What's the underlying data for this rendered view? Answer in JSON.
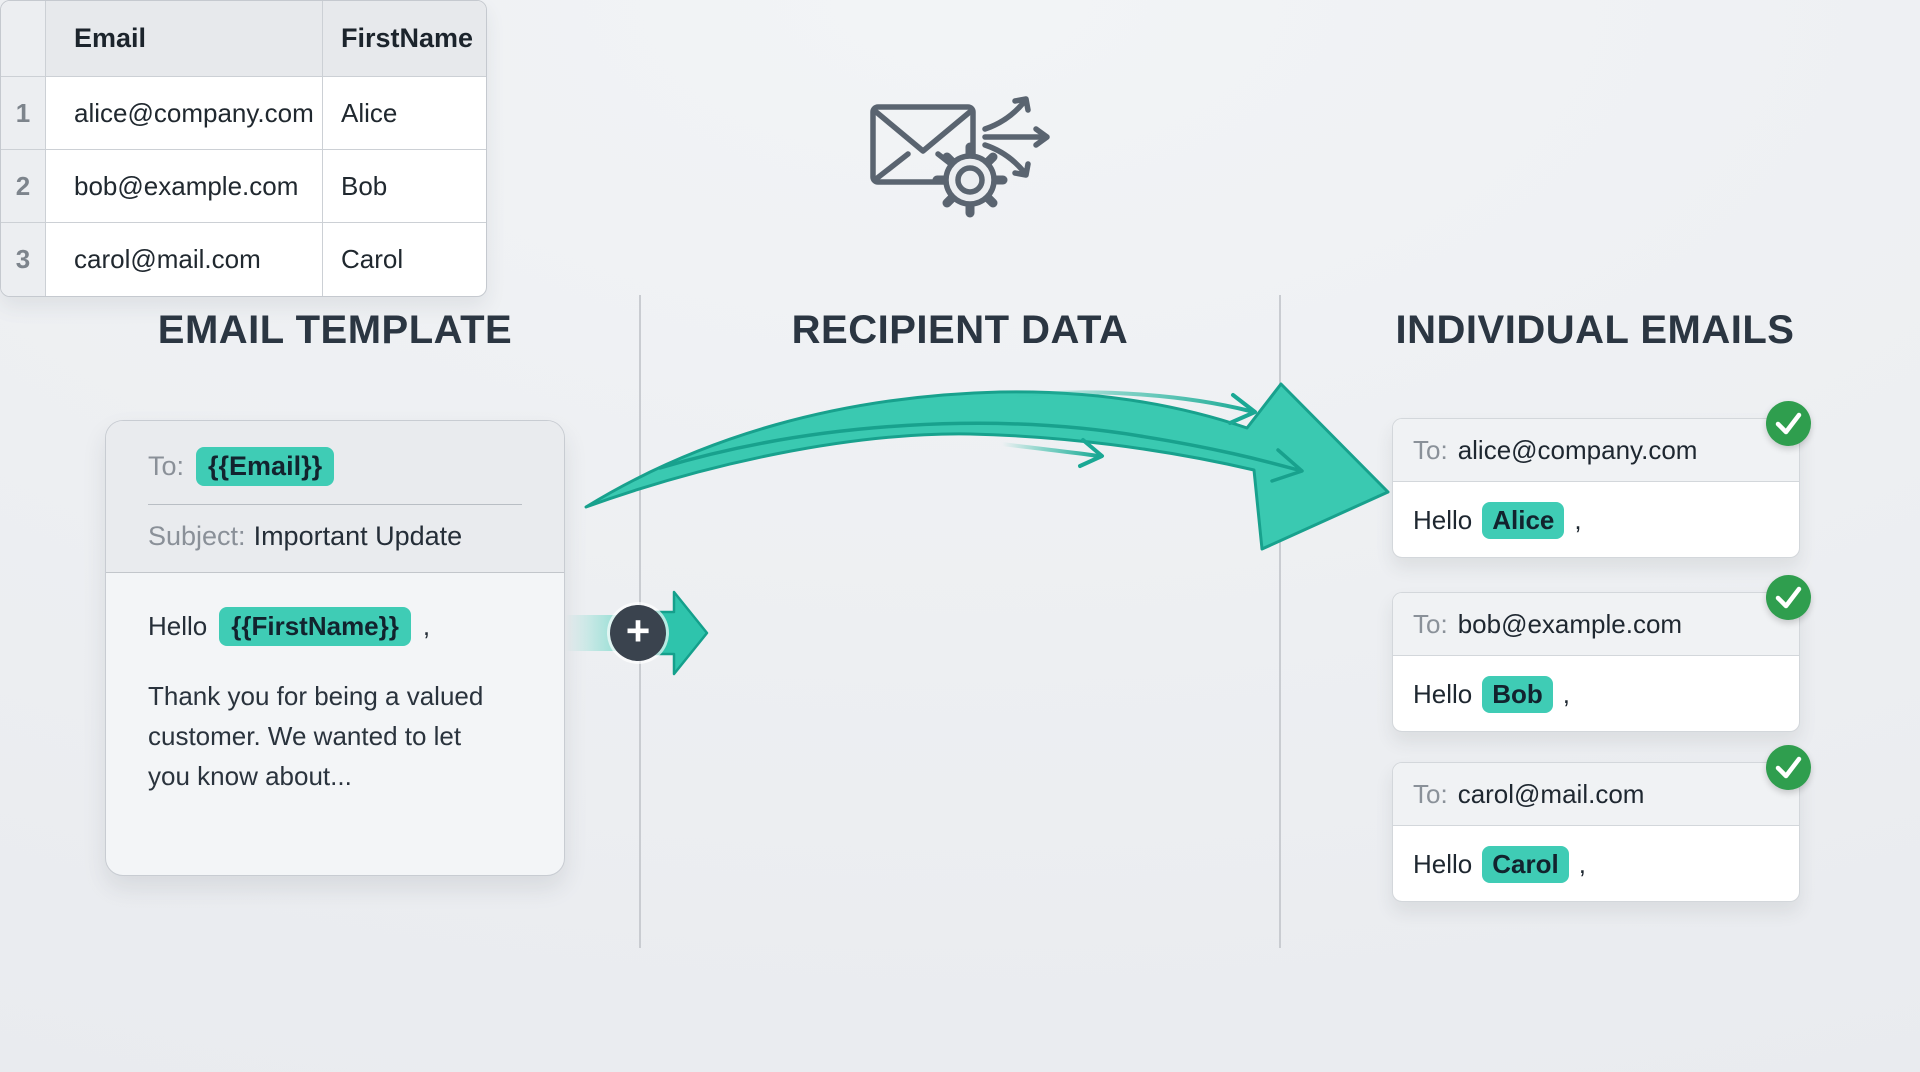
{
  "colors": {
    "background": "#edeff2",
    "heading": "#2b3642",
    "highlight_teal": "#3fccb5",
    "arrow_teal": "#3ac9b1",
    "arrow_teal_dark": "#18a18d",
    "success_green": "#2f9e4e",
    "plus_circle_dark": "#3a434e"
  },
  "top_icon": {
    "name": "envelope-gear-fanout-icon"
  },
  "connector": {
    "plus_label": "+"
  },
  "sections": {
    "template": {
      "heading": "EMAIL TEMPLATE",
      "card": {
        "to_label": "To:",
        "to_value": "{{Email}}",
        "subject_label": "Subject:",
        "subject_value": "Important Update",
        "greeting_prefix": "Hello",
        "greeting_token": "{{FirstName}}",
        "greeting_suffix": ",",
        "body": "Thank you for being a valued customer. We wanted to let you know about..."
      }
    },
    "recipients": {
      "heading": "RECIPIENT DATA",
      "table": {
        "columns": [
          "Email",
          "FirstName"
        ],
        "rows": [
          {
            "num": "1",
            "email": "alice@company.com",
            "first_name": "Alice"
          },
          {
            "num": "2",
            "email": "bob@example.com",
            "first_name": "Bob"
          },
          {
            "num": "3",
            "email": "carol@mail.com",
            "first_name": "Carol"
          }
        ]
      }
    },
    "individual": {
      "heading": "INDIVIDUAL EMAILS",
      "emails": [
        {
          "to_label": "To:",
          "to_value": "alice@company.com",
          "greeting_prefix": "Hello",
          "name": "Alice",
          "greeting_suffix": ","
        },
        {
          "to_label": "To:",
          "to_value": "bob@example.com",
          "greeting_prefix": "Hello",
          "name": "Bob",
          "greeting_suffix": ","
        },
        {
          "to_label": "To:",
          "to_value": "carol@mail.com",
          "greeting_prefix": "Hello",
          "name": "Carol",
          "greeting_suffix": ","
        }
      ]
    }
  }
}
